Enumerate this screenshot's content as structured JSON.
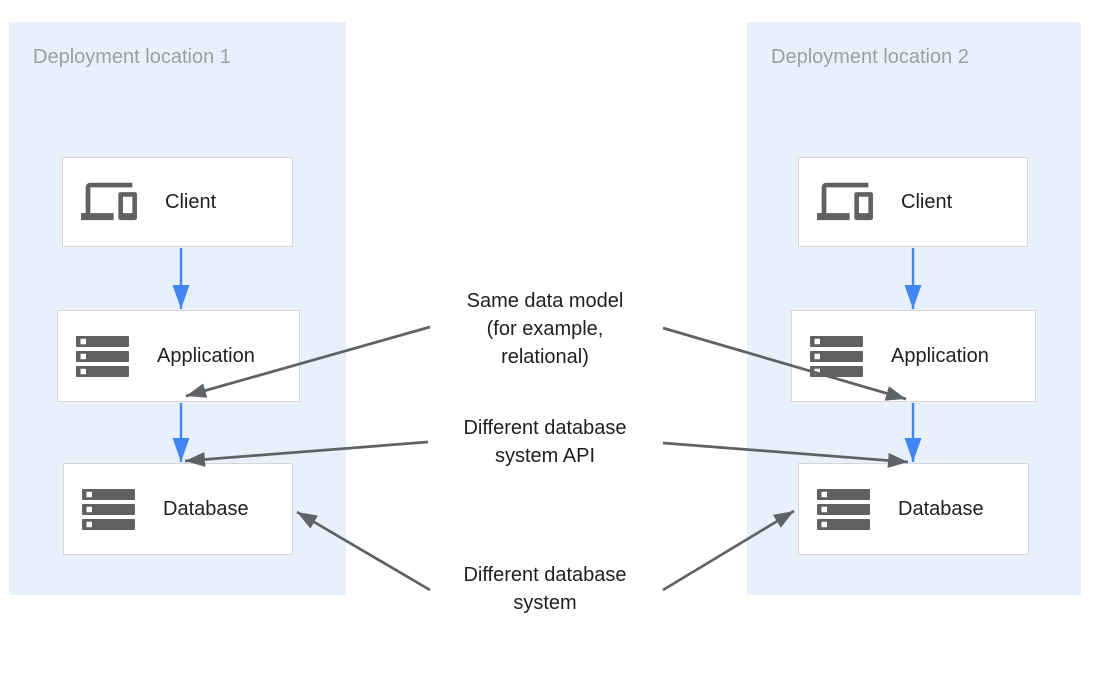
{
  "panels": [
    {
      "title": "Deployment location 1",
      "boxes": [
        {
          "label": "Client",
          "icon": "devices-icon"
        },
        {
          "label": "Application",
          "icon": "server-stack-icon"
        },
        {
          "label": "Database",
          "icon": "server-stack-icon"
        }
      ]
    },
    {
      "title": "Deployment location 2",
      "boxes": [
        {
          "label": "Client",
          "icon": "devices-icon"
        },
        {
          "label": "Application",
          "icon": "server-stack-icon"
        },
        {
          "label": "Database",
          "icon": "server-stack-icon"
        }
      ]
    }
  ],
  "annotations": [
    {
      "text": "Same data model\n(for example,\nrelational)"
    },
    {
      "text": "Different database\nsystem API"
    },
    {
      "text": "Different database\nsystem"
    }
  ],
  "colors": {
    "accent": "#4285F4",
    "panel_bg": "#E8F1FB",
    "arrow_gray": "#5F6368",
    "icon_gray": "#616161",
    "box_border": "#D6D6D6",
    "panel_title": "#9AA0A6",
    "label_text": "#212121",
    "annotation_text": "#1F1F1F",
    "page_bg": "#FFFFFF"
  }
}
